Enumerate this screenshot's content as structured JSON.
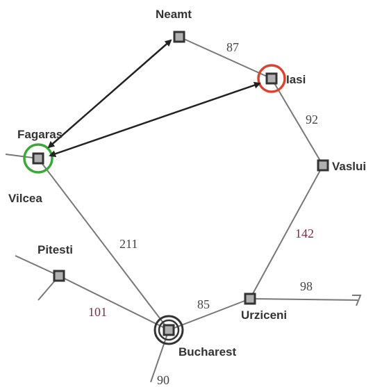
{
  "cities": {
    "neamt": "Neamt",
    "iasi": "Iasi",
    "fagaras": "Fagaras",
    "vaslui": "Vaslui",
    "vilcea": "Vilcea",
    "pitesti": "Pitesti",
    "urziceni": "Urziceni",
    "bucharest": "Bucharest"
  },
  "distances": {
    "neamt_iasi": "87",
    "iasi_vaslui": "92",
    "vaslui_urziceni": "142",
    "urziceni_east": "98",
    "fagaras_bucharest": "211",
    "urziceni_bucharest": "85",
    "pitesti_bucharest": "101",
    "bucharest_south": "90"
  },
  "highlights": {
    "iasi_circle_color": "#d8442e",
    "fagaras_circle_color": "#3aa83a",
    "arrow_color": "#222222"
  }
}
